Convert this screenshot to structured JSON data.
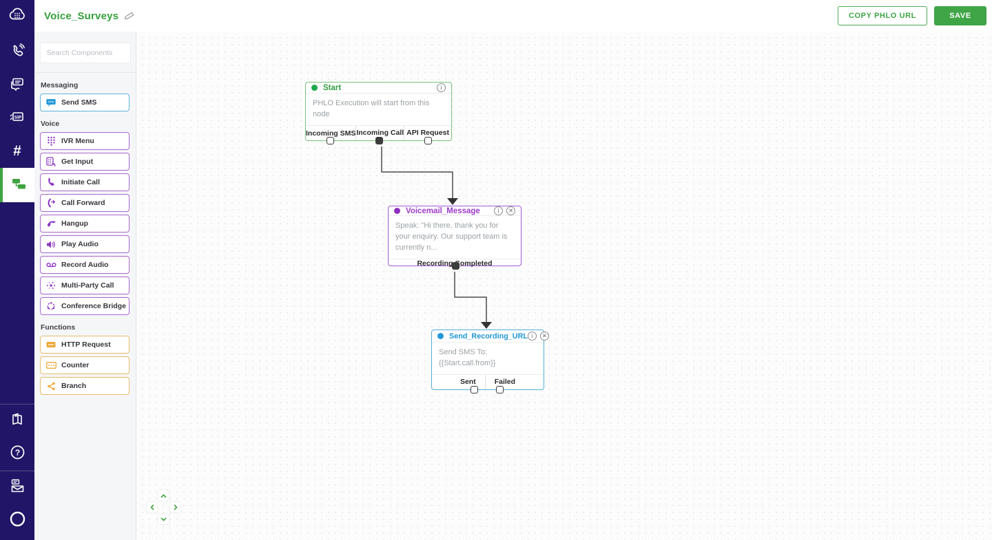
{
  "colors": {
    "rail_navy": "#201566",
    "accent_green": "#3fa547",
    "voice_purple": "#8b35c4",
    "messaging_blue": "#2a9bd8",
    "functions_orange": "#eda93a",
    "connector_gray": "#4b4b4b"
  },
  "header": {
    "title": "Voice_Surveys",
    "copy_url_button": "COPY PHLO URL",
    "save_button": "SAVE"
  },
  "sidebar": {
    "sip_label": "SIP"
  },
  "palette": {
    "search_placeholder": "Search Components",
    "sections": [
      {
        "label": "Messaging",
        "items": [
          {
            "label": "Send SMS",
            "icon": "sms-icon"
          }
        ]
      },
      {
        "label": "Voice",
        "items": [
          {
            "label": "IVR Menu",
            "icon": "dialpad-icon"
          },
          {
            "label": "Get Input",
            "icon": "keypad-phone-icon"
          },
          {
            "label": "Initiate Call",
            "icon": "phone-icon"
          },
          {
            "label": "Call Forward",
            "icon": "phone-forward-icon"
          },
          {
            "label": "Hangup",
            "icon": "phone-hangup-icon"
          },
          {
            "label": "Play Audio",
            "icon": "speaker-icon"
          },
          {
            "label": "Record Audio",
            "icon": "voicemail-icon"
          },
          {
            "label": "Multi-Party Call",
            "icon": "multi-party-icon"
          },
          {
            "label": "Conference Bridge",
            "icon": "conference-icon"
          }
        ]
      },
      {
        "label": "Functions",
        "items": [
          {
            "label": "HTTP Request",
            "icon": "http-card-icon"
          },
          {
            "label": "Counter",
            "icon": "counter-icon"
          },
          {
            "label": "Branch",
            "icon": "branch-icon"
          }
        ]
      }
    ]
  },
  "canvas": {
    "nodes": [
      {
        "title": "Start",
        "description": "PHLO Execution will start from this node",
        "outputs": [
          "Incoming SMS",
          "Incoming Call",
          "API Request"
        ]
      },
      {
        "title": "Voicemail_Message",
        "description": "Speak: \"Hi there, thank you for your enquiry. Our support team is currently n...",
        "outputs": [
          "Recording Completed"
        ]
      },
      {
        "title": "Send_Recording_URL",
        "description": "Send SMS To: {{Start.call.from}}",
        "outputs": [
          "Sent",
          "Failed"
        ]
      }
    ]
  }
}
